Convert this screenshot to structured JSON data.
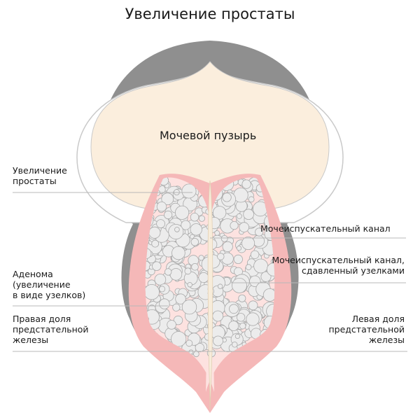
{
  "title": "Увеличение простаты",
  "labels": {
    "bladder": "Мочевой пузырь",
    "enlargement": "Увеличение\nпростаты",
    "urethra": "Мочеиспускательный канал",
    "urethra_compressed": "Мочеиспускательный канал,\nсдавленный узелками",
    "adenoma": "Аденома\n(увеличение\nв виде узелков)",
    "right_lobe": "Правая доля\nпредстательной\nжелезы",
    "left_lobe": "Левая доля\nпредстательной\nжелезы"
  },
  "colors": {
    "bladder_wall": "#8f8f8f",
    "bladder_fill": "#fbeedd",
    "outline": "#c9c9c9",
    "prostate_outer": "#f5b8b8",
    "prostate_inner": "#fde2e0",
    "nodule_fill": "#ececec",
    "nodule_stroke": "#a9a9a9",
    "urethra": "#f7ecda",
    "leader": "#b8b8b8"
  }
}
